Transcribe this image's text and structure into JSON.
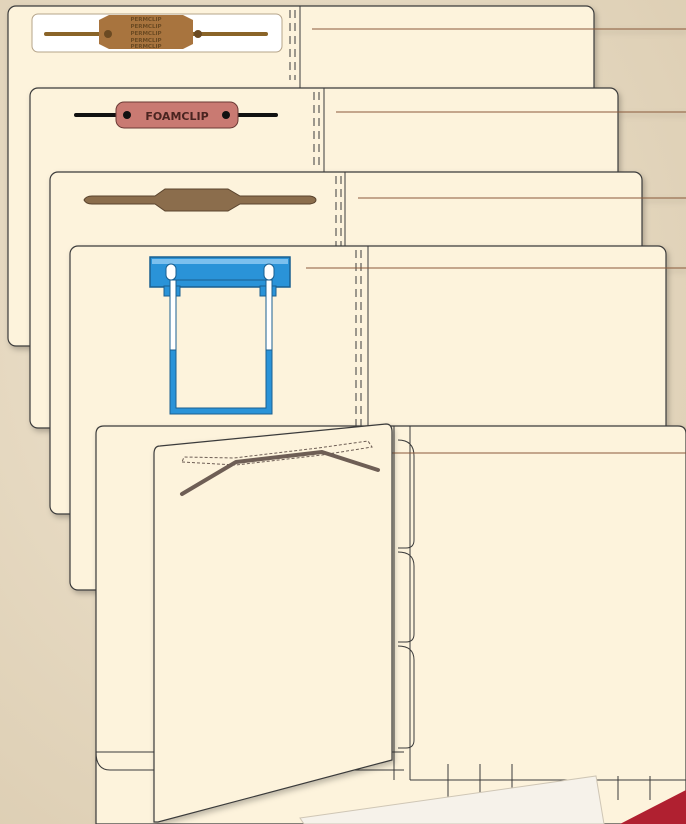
{
  "title": "",
  "colors": {
    "background": "#e8dcc6",
    "folder": "#fdf3dc",
    "folder_edge": "#3a3a3a",
    "line": "#8a5a3a",
    "permclip": "#a8743e",
    "foamclip": "#c97a72",
    "fastener_bar": "#8b6d4c",
    "binder_blue": "#2a93d8",
    "prong_grey": "#6e5e55",
    "accent_red": "#b02030"
  },
  "permclip": {
    "text": [
      "PERMCLIP",
      "PERMCLIP",
      "PERMCLIP",
      "PERMCLIP",
      "PERMCLIP"
    ]
  },
  "foamclip": {
    "text": "FOAMCLIP"
  },
  "icons": {
    "permclip_fastener": "permclip-fastener-icon",
    "foamclip_fastener": "foamclip-fastener-icon",
    "bonded_fastener": "bonded-fastener-icon",
    "binder_clip": "binder-clip-icon",
    "prong_fastener": "prong-fastener-icon"
  }
}
